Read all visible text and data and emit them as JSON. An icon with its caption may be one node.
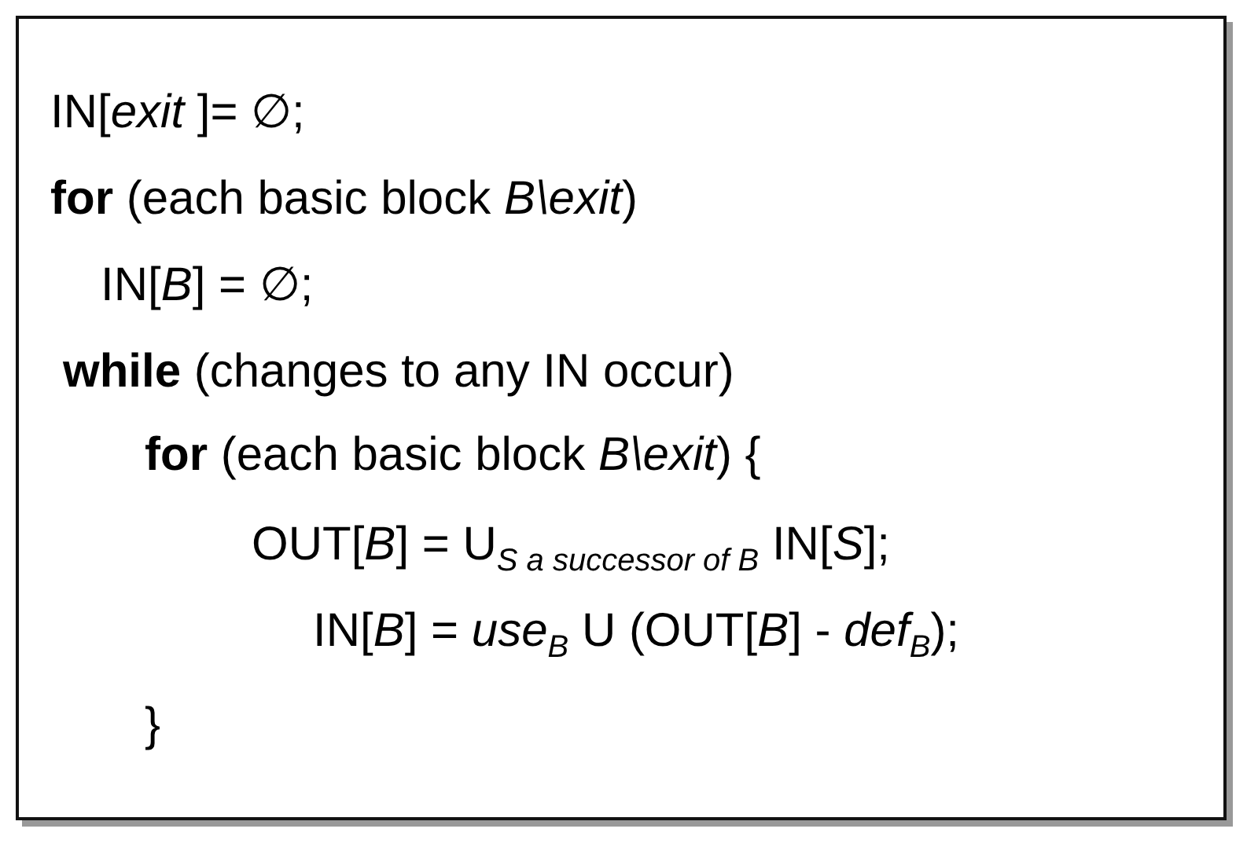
{
  "diagram": {
    "nodes": [
      {
        "text": [
          "IN[*exit* ]= ∅;",
          "**for** (each basic block *B\\exit*)",
          "IN[*B*] = ∅;",
          "**while** (changes to any IN occur)",
          "**for** (each basic block *B\\exit*) {",
          "OUT[*B*] = U$_{S a successor of B}$ IN[*S*];",
          "IN[*B*] = *use*$_{B}$ U (OUT[*B*] - *def*$_{B}$);",
          "}"
        ]
      }
    ]
  }
}
